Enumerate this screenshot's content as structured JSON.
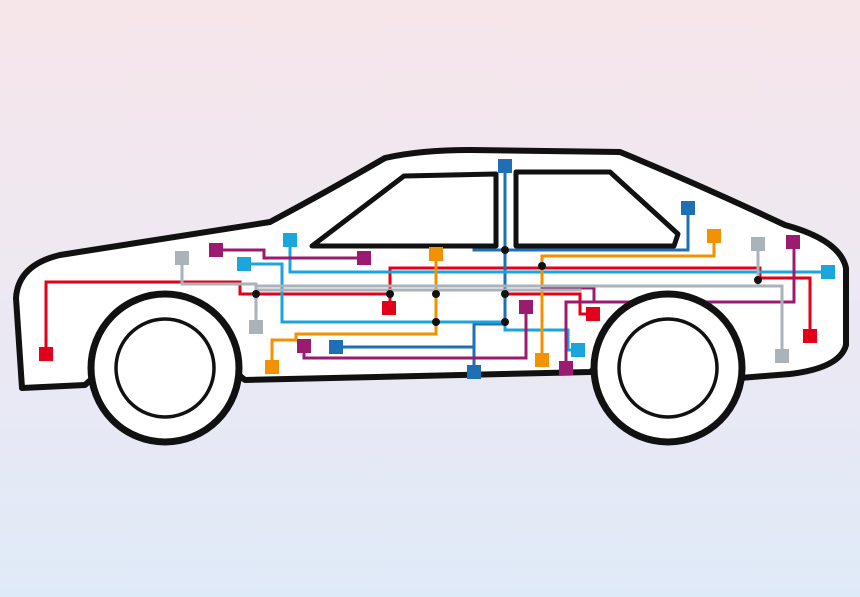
{
  "colors": {
    "outline": "#111111",
    "body_fill": "#ffffff",
    "wire_red": "#e3001b",
    "wire_blue": "#1f6fb5",
    "wire_cyan": "#1aa5dd",
    "wire_orange": "#f39200",
    "wire_purple": "#9b1b6e",
    "wire_gray": "#aab2ba",
    "junction": "#111111"
  },
  "icons": {
    "vehicle": "car-side-outline-icon",
    "module": "square-node-icon",
    "junction": "dot-icon"
  },
  "diagram": {
    "subject": "vehicle-wiring-harness",
    "wire_colors": [
      "red",
      "blue",
      "cyan",
      "orange",
      "purple",
      "gray"
    ]
  }
}
